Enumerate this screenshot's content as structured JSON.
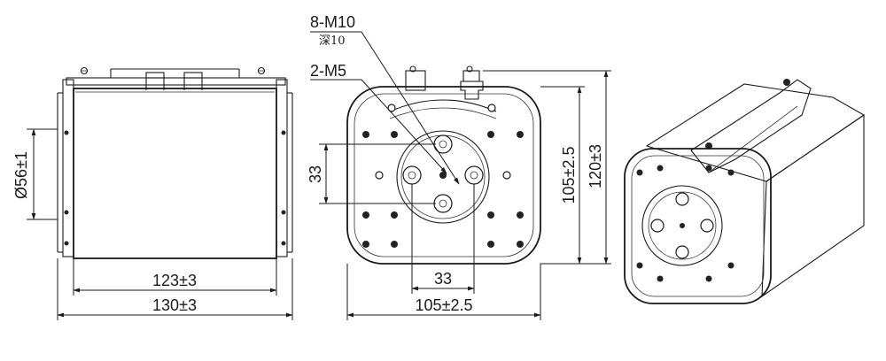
{
  "labels": {
    "thread_large": "8-M10",
    "thread_depth": "深10",
    "thread_small": "2-M5",
    "dia_side": "Ø56±1",
    "width_inner": "123±3",
    "width_outer": "130±3",
    "pitch_vertical": "33",
    "pitch_horizontal": "33",
    "face_width": "105±2.5",
    "face_height_inner": "105±2.5",
    "face_height_outer": "120±3"
  },
  "colors": {
    "line": "#1a1a1a",
    "body_shade": "#d9d9d9",
    "body_dark": "#8a8a8a",
    "face_light": "#f4f4f4"
  }
}
